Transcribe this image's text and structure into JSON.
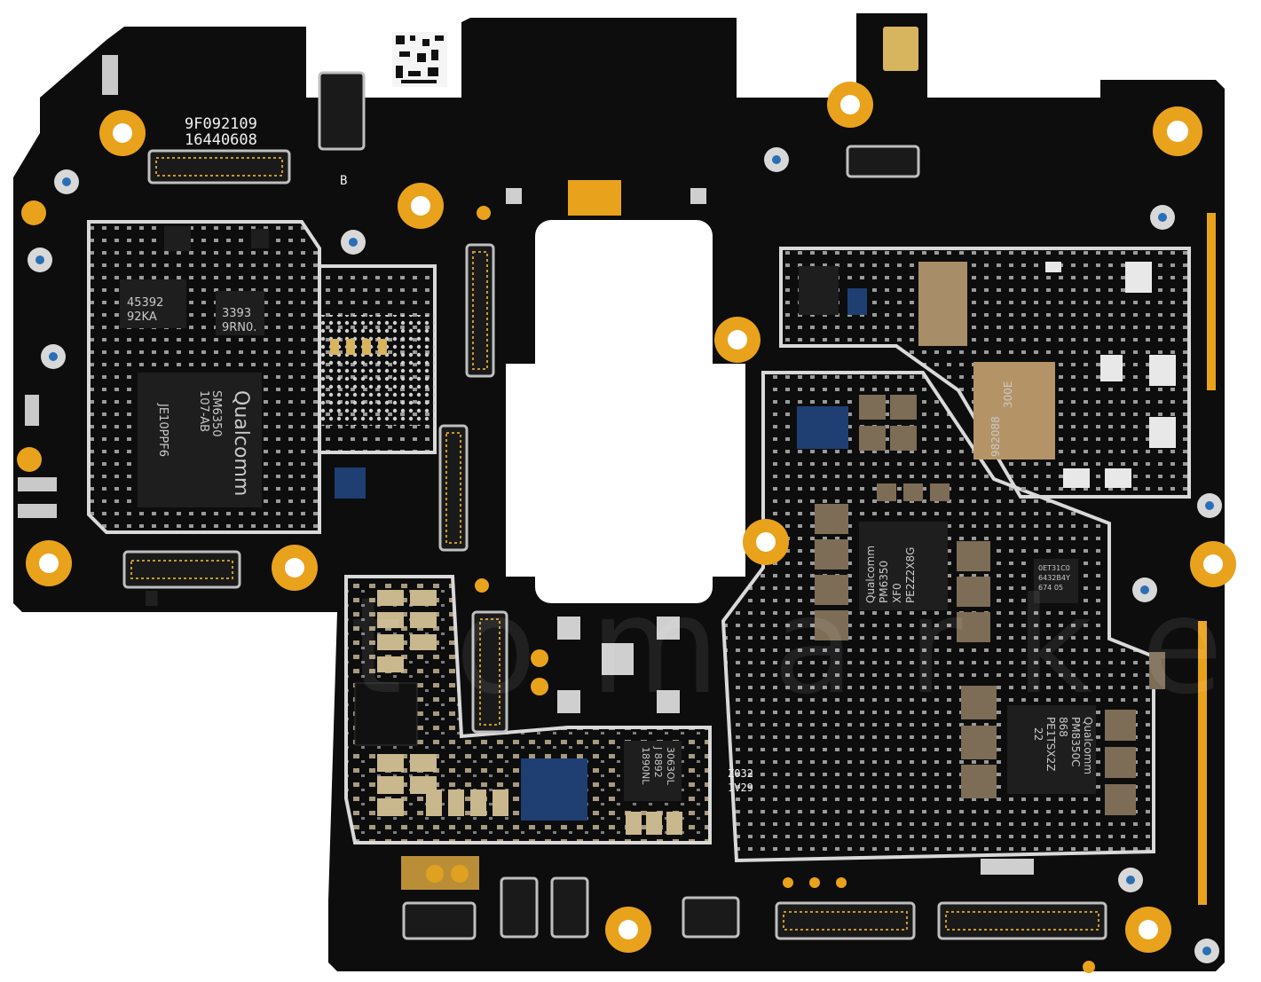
{
  "silkscreen": {
    "serial_1": "9F092109",
    "serial_2": "16440608",
    "marker_b": "B",
    "chip_45392_a": "45392",
    "chip_45392_b": "92KA",
    "chip_3393_a": "3393",
    "chip_3393_b": "9RN0.",
    "soc_brand": "Qualcomm",
    "soc_model": "SM6350",
    "soc_rev": "107-AB",
    "soc_code": "JE10PPF6",
    "pmic1_brand": "Qualcomm",
    "pmic1_model": "PM6350",
    "pmic1_rev": "XF0",
    "pmic1_code": "PE2Z2X8G",
    "pmic2_brand": "Qualcomm",
    "pmic2_model": "PM8350C",
    "pmic2_rev": "868",
    "pmic2_code": "PE1TSX2Z",
    "pmic2_suffix": "22",
    "small_chip_1": "3063OL",
    "small_chip_2": "J 8892",
    "small_chip_3": "1890NL",
    "z_mark_1": "Z032",
    "z_mark_2": "1V29",
    "rf_mark_1": "300E",
    "rf_mark_2": "982088",
    "tiny_chip_1": "0ET31C0",
    "tiny_chip_2": "6432B4Y",
    "tiny_chip_3": "674 05"
  },
  "watermark": "ictomarket",
  "colors": {
    "board": "#0d0d0d",
    "gold": "#e9a21c",
    "silk": "#f2f2f2",
    "chip": "#2a2a2a",
    "blue_chip": "#1f3f73",
    "cap_brown": "#8c7a5e"
  }
}
